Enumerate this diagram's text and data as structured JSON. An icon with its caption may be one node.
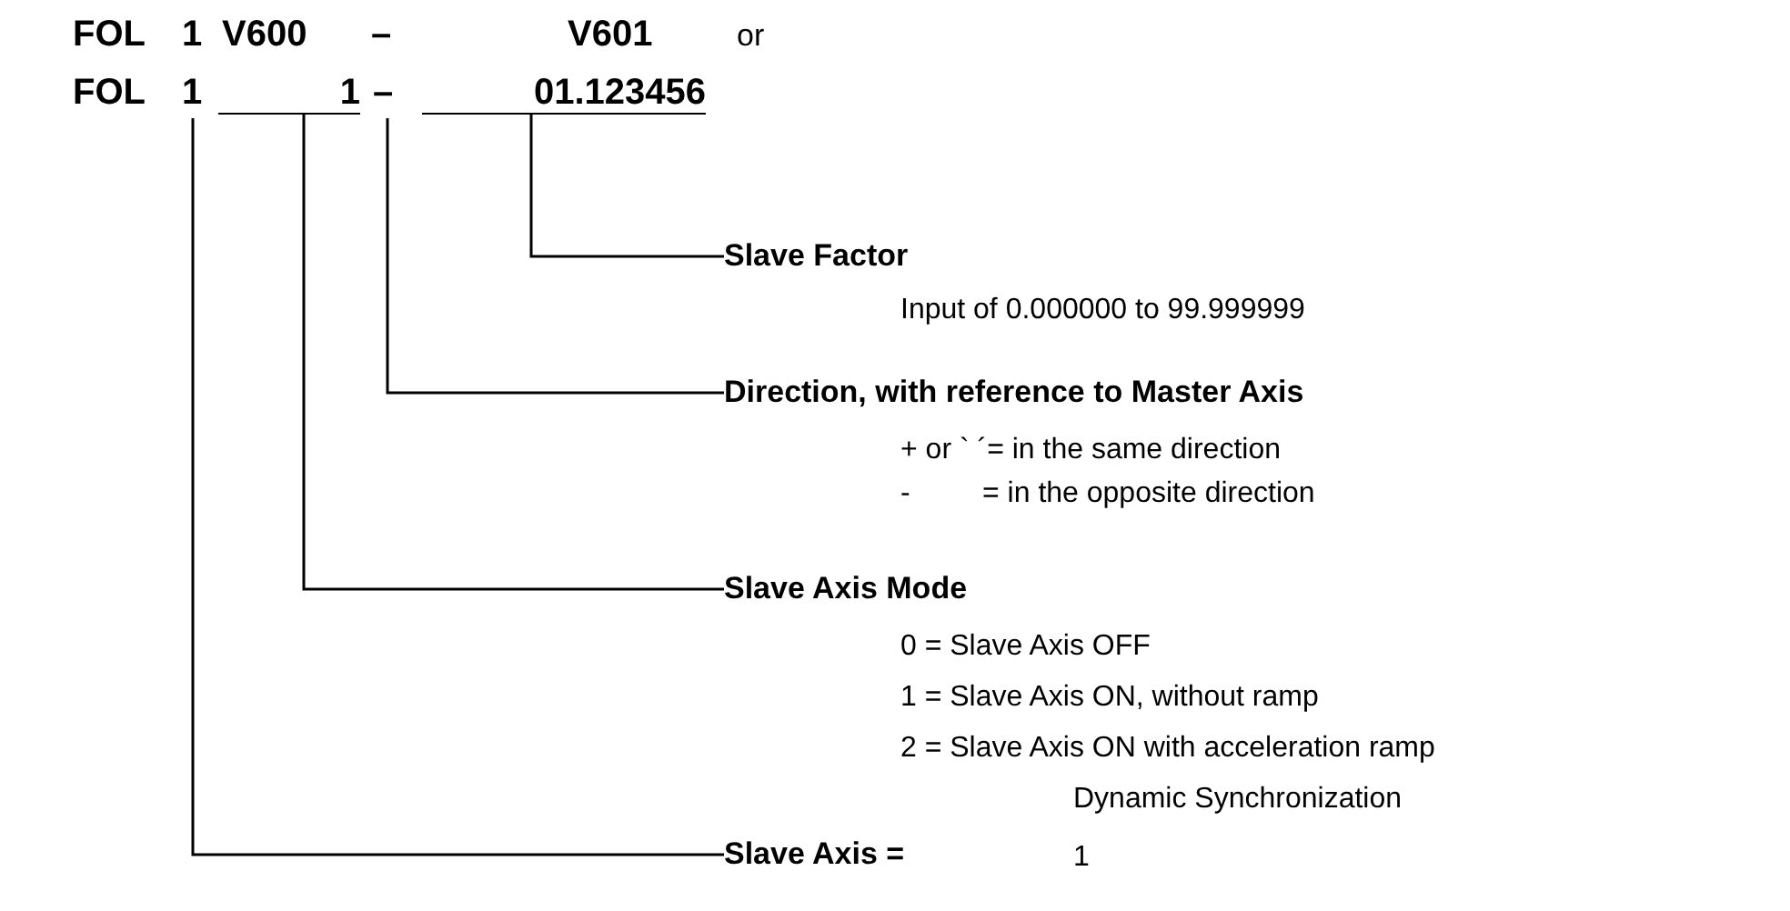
{
  "diagram": {
    "nodes": [
      {
        "text": [
          "1"
        ]
      },
      {
        "text": [
          "1"
        ]
      },
      {
        "text": [
          "–"
        ]
      },
      {
        "text": [
          "01.123456"
        ]
      },
      {
        "text": [
          "Slave Factor",
          "Input of 0.000000 to 99.999999"
        ]
      },
      {
        "text": [
          "Direction, with reference to Master Axis",
          "+ or ` ´= in the same direction",
          "-",
          "= in the opposite direction"
        ]
      },
      {
        "text": [
          "Slave Axis Mode",
          "0 = Slave Axis OFF",
          "1 = Slave Axis ON, without ramp",
          "2 = Slave Axis ON with acceleration ramp",
          "Dynamic Synchronization"
        ]
      },
      {
        "text": [
          "Slave Axis =",
          "1"
        ]
      }
    ],
    "edges": [
      {
        "from": 3,
        "to": 4,
        "arrow": "none"
      },
      {
        "from": 2,
        "to": 5,
        "arrow": "none"
      },
      {
        "from": 1,
        "to": 6,
        "arrow": "none"
      },
      {
        "from": 0,
        "to": 7,
        "arrow": "none"
      }
    ],
    "labels": [
      "FOL",
      "1",
      "V600",
      "–",
      "V601",
      "or",
      "FOL"
    ]
  }
}
